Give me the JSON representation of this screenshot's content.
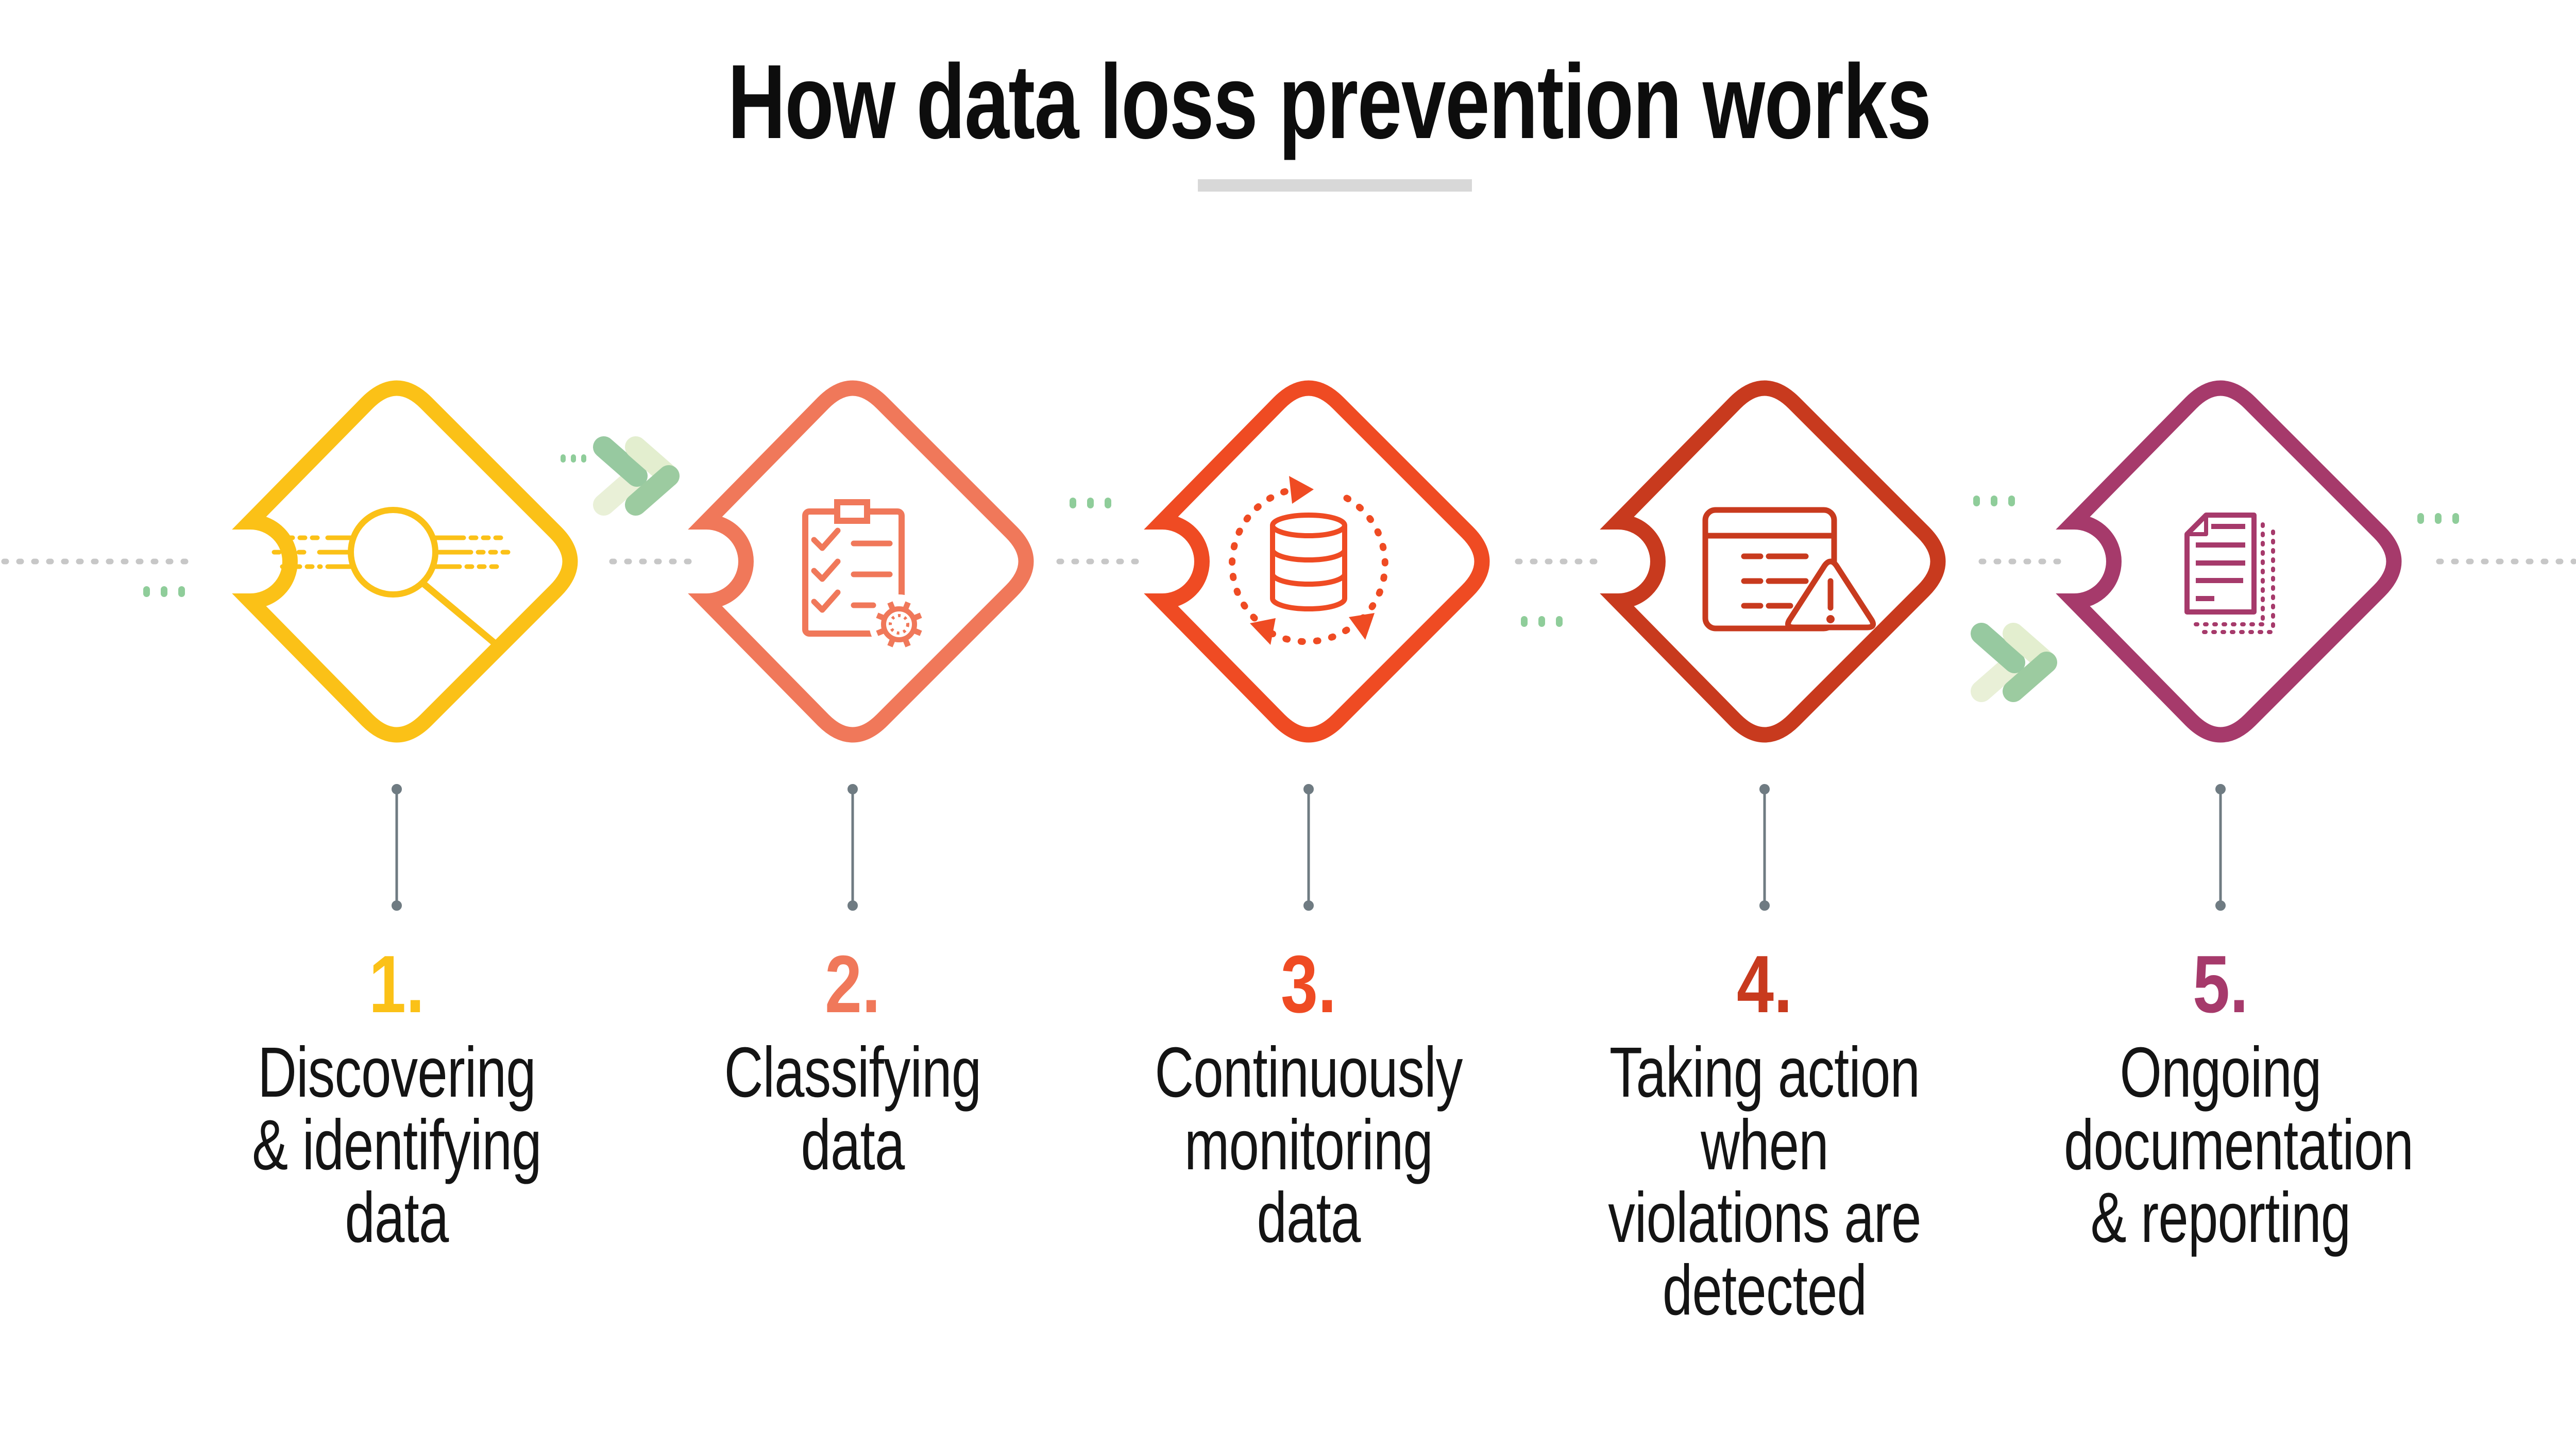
{
  "title": {
    "text": "How data loss prevention works"
  },
  "steps": [
    {
      "number": "1.",
      "color": "#FBC117",
      "icon": "magnifier-search-icon",
      "label": "Discovering & identifying data",
      "lines": [
        "Discovering",
        "& identifying",
        "data"
      ]
    },
    {
      "number": "2.",
      "color": "#F0785A",
      "icon": "clipboard-checklist-gear-icon",
      "label": "Classifying data",
      "lines": [
        "Classifying",
        "data"
      ]
    },
    {
      "number": "3.",
      "color": "#EF4B23",
      "icon": "database-sync-icon",
      "label": "Continuously monitoring data",
      "lines": [
        "Continuously",
        "monitoring",
        "data"
      ]
    },
    {
      "number": "4.",
      "color": "#C83A1E",
      "icon": "alert-window-icon",
      "label": "Taking action when violations are detected",
      "lines": [
        "Taking action",
        "when",
        "violations are",
        "detected"
      ]
    },
    {
      "number": "5.",
      "color": "#A63A6B",
      "icon": "document-report-icon",
      "label": "Ongoing documentation & reporting",
      "lines": [
        "Ongoing",
        "documentation",
        "& reporting"
      ]
    }
  ],
  "decor": {
    "chevron_green_dark": "#9CCBA0",
    "chevron_green_light": "#E8F0D6",
    "ellipsis_dot_green": "#8FCD9A",
    "timeline_dot_gray": "#C7C7C7",
    "connector_gray": "#6F7B82",
    "underline_gray": "#D8D8D8"
  }
}
